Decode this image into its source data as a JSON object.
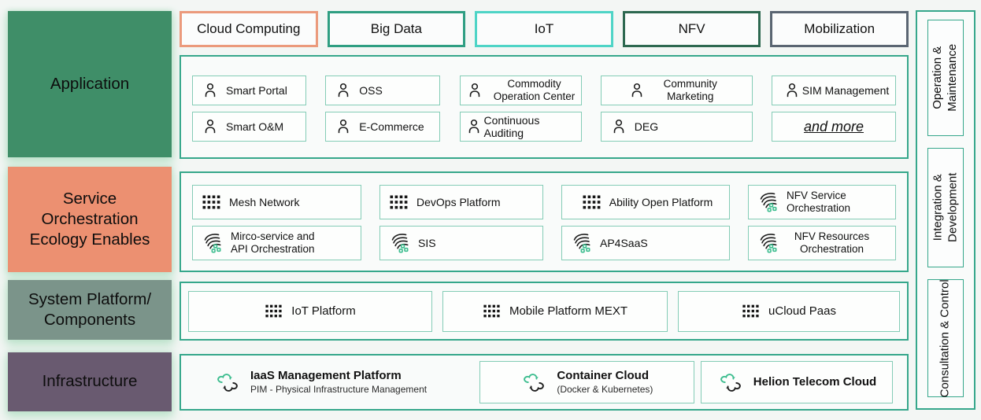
{
  "colors": {
    "page_bg": "#f3f6f4",
    "container_border": "#36a78b",
    "container_bg": "#f9fbfa",
    "item_border": "#84ccb6",
    "item_bg": "#fdfefd",
    "icon_green": "#3dbd8f",
    "icon_dark": "#1c1c1c",
    "glow": "#bfe3cd"
  },
  "left_labels": [
    {
      "label": "Application",
      "bg": "#3f8e68"
    },
    {
      "label": "Service Orchestration Ecology Enables",
      "bg": "#ec9071"
    },
    {
      "label": "System Platform/ Components",
      "bg": "#7b948a"
    },
    {
      "label": "Infrastructure",
      "bg": "#695a70"
    }
  ],
  "chips": [
    {
      "label": "Cloud Computing",
      "border": "#eb9a7c"
    },
    {
      "label": "Big Data",
      "border": "#2f9e82"
    },
    {
      "label": "IoT",
      "border": "#4ed4c6"
    },
    {
      "label": "NFV",
      "border": "#2d6850"
    },
    {
      "label": "Mobilization",
      "border": "#5a6572"
    }
  ],
  "application": {
    "items": [
      {
        "label": "Smart Portal"
      },
      {
        "label": "OSS"
      },
      {
        "label": "Commodity Operation Center"
      },
      {
        "label": "Community Marketing"
      },
      {
        "label": "SIM Management"
      },
      {
        "label": "Smart O&M"
      },
      {
        "label": "E-Commerce"
      },
      {
        "label": "Continuous Auditing"
      },
      {
        "label": "DEG"
      },
      {
        "label": "and more"
      }
    ]
  },
  "service": {
    "items": [
      {
        "label": "Mesh Network"
      },
      {
        "label": "DevOps Platform"
      },
      {
        "label": "Ability Open Platform"
      },
      {
        "label": "NFV Service Orchestration"
      },
      {
        "label": "Mirco-service and API Orchestration"
      },
      {
        "label": "SIS"
      },
      {
        "label": "AP4SaaS"
      },
      {
        "label": "NFV Resources Orchestration"
      }
    ]
  },
  "system": {
    "items": [
      {
        "label": "IoT Platform"
      },
      {
        "label": "Mobile Platform MEXT"
      },
      {
        "label": "uCloud Paas"
      }
    ]
  },
  "infrastructure": {
    "items": [
      {
        "title": "IaaS Management Platform",
        "subtitle": "PIM - Physical Infrastructure Management"
      },
      {
        "title": "Container Cloud",
        "subtitle": "(Docker & Kubernetes)"
      },
      {
        "title": "Helion Telecom Cloud"
      }
    ]
  },
  "right_rail": {
    "items": [
      {
        "label": "Operation & Maintenance"
      },
      {
        "label": "Integration & Development"
      },
      {
        "label": "Consultation & Control"
      }
    ]
  }
}
